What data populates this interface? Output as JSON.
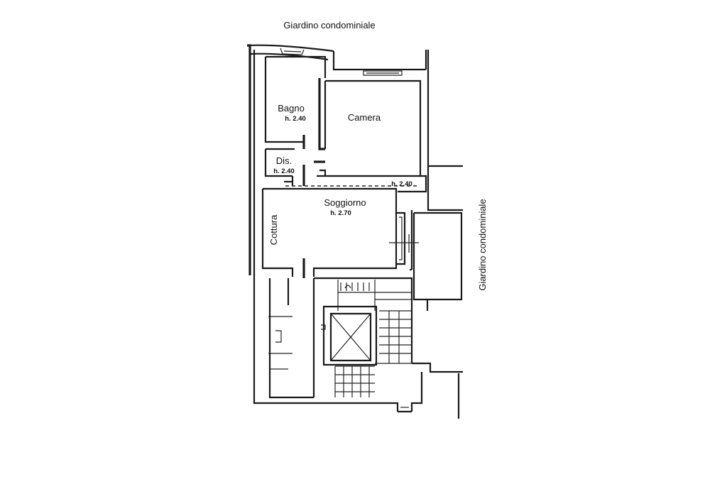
{
  "labels": {
    "garden_top": "Giardino condominiale",
    "garden_right": "Giardino condominiale",
    "bagno": "Bagno",
    "bagno_h": "h. 2.40",
    "camera": "Camera",
    "dis": "Dis.",
    "dis_h": "h. 2.40",
    "camera_h": "h. 2.40",
    "soggiorno": "Soggiorno",
    "soggiorno_h": "h. 2.70",
    "cottura": "Cottura"
  }
}
